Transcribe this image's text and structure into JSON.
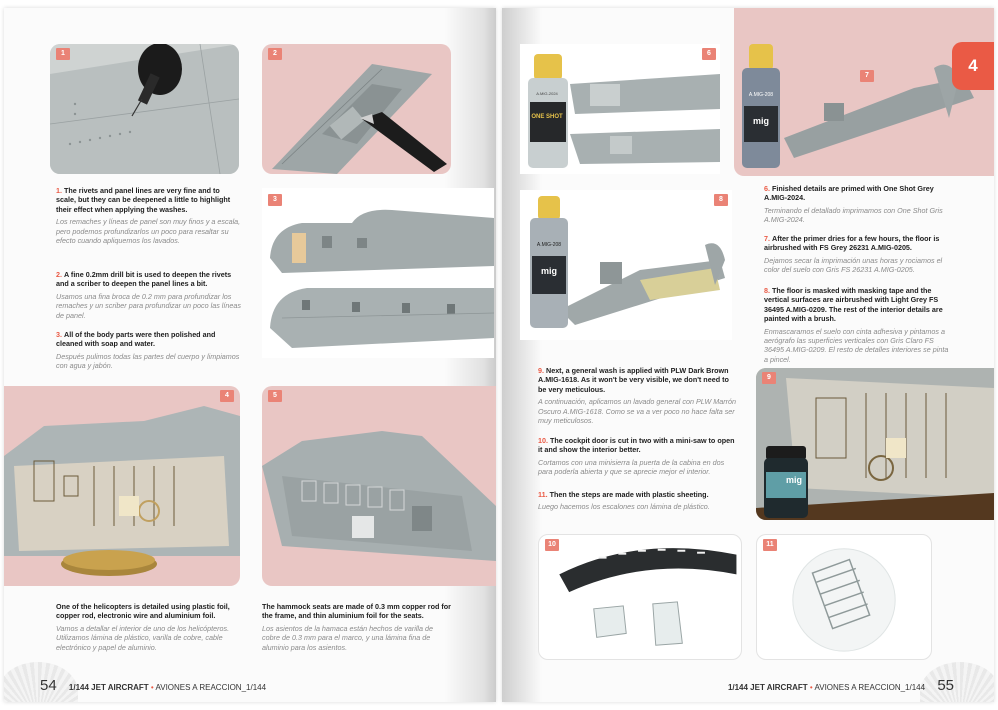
{
  "left_page": {
    "page_number": "54",
    "footer_title_bold": "1/144 JET AIRCRAFT",
    "footer_separator": "•",
    "footer_title_es": "AVIONES A REACCION_1/144",
    "photos": [
      {
        "badge": "1",
        "icon": "drill-bit-scribing-icon"
      },
      {
        "badge": "2",
        "icon": "scriber-tool-icon"
      },
      {
        "badge": "3",
        "icon": "fuselage-halves-icon"
      },
      {
        "badge": "4",
        "icon": "helicopter-interior-icon"
      },
      {
        "badge": "5",
        "icon": "hammock-seats-icon"
      }
    ],
    "steps": [
      {
        "num": "1.",
        "en": "The rivets and panel lines are very fine and to scale, but they can be deepened a little to highlight their effect when applying the washes.",
        "es": "Los remaches y líneas de panel son muy finos y a escala, pero podemos profundizarlos un poco para resaltar su efecto cuando apliquemos los lavados."
      },
      {
        "num": "2.",
        "en": "A fine 0.2mm drill bit is used to deepen the rivets and a scriber to deepen the panel lines a bit.",
        "es": "Usamos una fina broca de 0.2 mm para profundizar los remaches y un scriber para profundizar un poco las líneas de panel."
      },
      {
        "num": "3.",
        "en": "All of the body parts were then polished and cleaned with soap and water.",
        "es": "Después pulimos todas las partes del cuerpo y limpiamos con agua y jabón."
      }
    ],
    "captions": [
      {
        "en": "One of the helicopters is detailed using plastic foil, copper rod, electronic wire and aluminium foil.",
        "es": "Vamos a detallar el interior de uno de los helicópteros. Utilizamos lámina de plástico, varilla de cobre, cable electrónico y papel de aluminio."
      },
      {
        "en": "The hammock seats are made of 0.3 mm copper rod for the frame, and thin aluminium foil for the seats.",
        "es": "Los asientos de la hamaca están hechos de varilla de cobre de 0.3 mm para el marco, y una lámina fina de aluminio para los asientos."
      }
    ]
  },
  "right_page": {
    "page_number": "55",
    "chapter_number": "4",
    "footer_title_bold": "1/144 JET AIRCRAFT",
    "footer_separator": "•",
    "footer_title_es": "AVIONES A REACCION_1/144",
    "photos": [
      {
        "badge": "6",
        "icon": "paint-bottle-one-shot-icon",
        "bottle_label": "ONE SHOT",
        "bottle_code": "A.MIG-2024"
      },
      {
        "badge": "7",
        "icon": "mig-paint-bottle-icon",
        "bottle_label": "mig",
        "bottle_code": "A.MIG-208"
      },
      {
        "badge": "8",
        "icon": "mig-paint-bottle-icon",
        "bottle_label": "mig",
        "bottle_code": "A.MIG-208"
      },
      {
        "badge": "9",
        "icon": "wash-jar-icon",
        "bottle_label": "mig"
      },
      {
        "badge": "10",
        "icon": "cockpit-door-icon"
      },
      {
        "badge": "11",
        "icon": "plastic-steps-icon"
      }
    ],
    "steps": [
      {
        "num": "6.",
        "en": "Finished details are primed with One Shot Grey A.MIG-2024.",
        "es": "Terminando el detallado imprimamos con One Shot Gris A.MIG-2024."
      },
      {
        "num": "7.",
        "en": "After the primer dries for a few hours, the floor is airbrushed with FS Grey 26231 A.MIG-0205.",
        "es": "Dejamos secar la imprimación unas horas y rociamos el color del suelo con Gris FS 26231 A.MIG-0205."
      },
      {
        "num": "8.",
        "en": "The floor is masked with masking tape and the vertical surfaces are airbrushed with Light Grey FS 36495 A.MIG-0209. The rest of the interior details are painted with a brush.",
        "es": "Enmascaramos el suelo con cinta adhesiva y pintamos a aerógrafo las superficies verticales con Gris Claro FS 36495 A.MIG-0209. El resto de detalles interiores se pinta a pincel."
      },
      {
        "num": "9.",
        "en": "Next, a general wash is applied with PLW Dark Brown A.MIG-1618. As it won't be very visible, we don't need to be very meticulous.",
        "es": "A continuación, aplicamos un lavado general con PLW Marrón Oscuro A.MIG-1618. Como se va a ver poco no hace falta ser muy meticulosos."
      },
      {
        "num": "10.",
        "en": "The cockpit door is cut in two with a mini-saw to open it and show the interior better.",
        "es": "Cortamos con una minisierra la puerta de la cabina en dos para poderla abierta y que se aprecie mejor el interior."
      },
      {
        "num": "11.",
        "en": "Then the steps are made with plastic sheeting.",
        "es": "Luego hacemos los escalones con lámina de plástico."
      }
    ]
  },
  "colors": {
    "accent": "#ea5a45",
    "badge": "#ea8376",
    "pink_panel": "#e9c6c4",
    "model_grey": "#9ea6a7"
  }
}
